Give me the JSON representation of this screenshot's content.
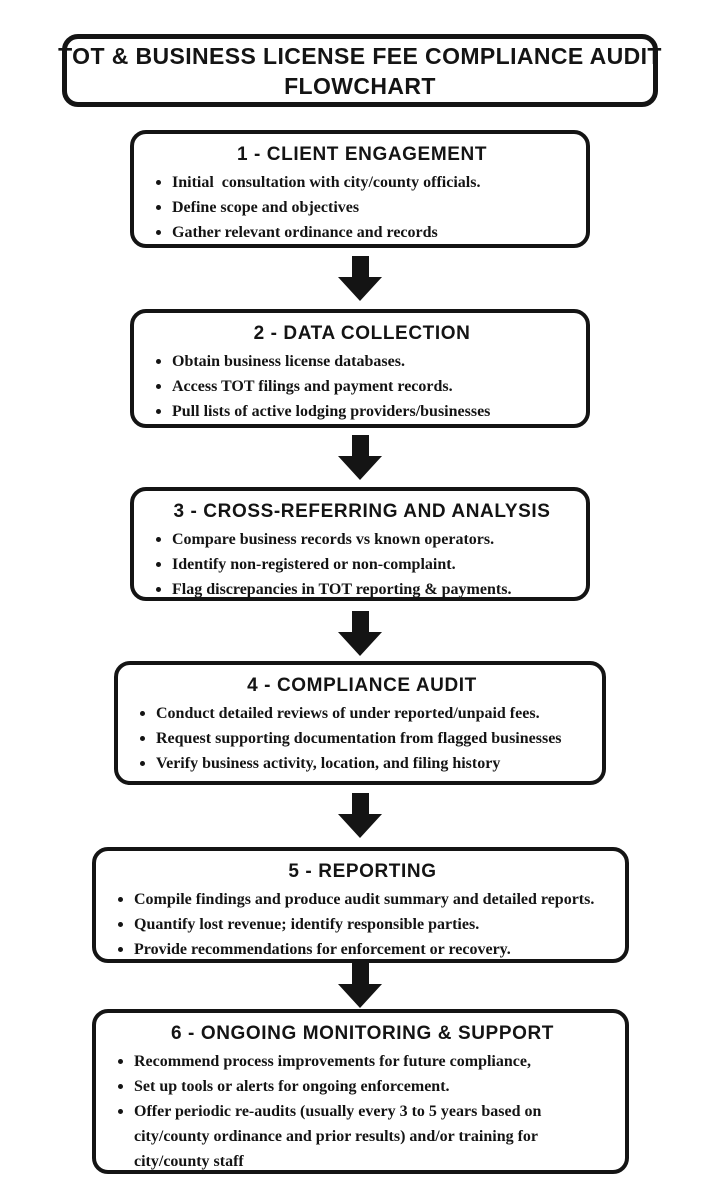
{
  "title": {
    "line1": "TOT & BUSINESS LICENSE FEE COMPLIANCE AUDIT",
    "line2": "FLOWCHART"
  },
  "colors": {
    "ink": "#141414",
    "background": "#ffffff"
  },
  "icons": {
    "connector": "down-arrow-icon"
  },
  "steps": [
    {
      "heading": "1 - CLIENT ENGAGEMENT",
      "bullets": [
        "Initial  consultation with city/county officials.",
        "Define scope and objectives",
        "Gather relevant ordinance and records"
      ]
    },
    {
      "heading": "2 - DATA COLLECTION",
      "bullets": [
        "Obtain business license databases.",
        "Access TOT filings and payment records.",
        "Pull lists of active lodging providers/businesses"
      ]
    },
    {
      "heading": "3 - CROSS-REFERRING AND ANALYSIS",
      "bullets": [
        "Compare business records vs known operators.",
        "Identify non-registered or non-complaint.",
        "Flag discrepancies in TOT reporting & payments."
      ]
    },
    {
      "heading": "4 - COMPLIANCE AUDIT",
      "bullets": [
        "Conduct detailed reviews of under reported/unpaid fees.",
        "Request supporting documentation from flagged businesses",
        "Verify business activity, location, and filing history"
      ]
    },
    {
      "heading": "5 - REPORTING",
      "bullets": [
        "Compile findings and produce audit summary and detailed reports.",
        "Quantify lost revenue; identify responsible parties.",
        "Provide recommendations for enforcement or recovery."
      ]
    },
    {
      "heading": "6 - ONGOING MONITORING & SUPPORT",
      "bullets": [
        "Recommend process improvements for future compliance,",
        "Set up tools or alerts for ongoing enforcement.",
        "Offer periodic re-audits (usually every 3 to 5 years based on city/county ordinance and prior results) and/or training for city/county staff"
      ]
    }
  ]
}
